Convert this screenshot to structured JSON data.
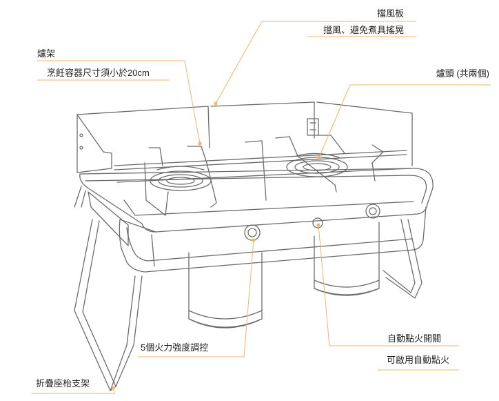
{
  "colors": {
    "leader_line": "#f2b467",
    "outline": "#6b6b6b",
    "text": "#222222"
  },
  "labels": {
    "windscreen_title": "擋風板",
    "windscreen_desc": "擋風、避免煮具搖晃",
    "rack_title": "爐架",
    "rack_desc": "烹飪容器尺寸須小於20cm",
    "burner_title": "爐頭 (共兩個)",
    "control_title": "5個火力強度調控",
    "ignition_title": "自動點火開關",
    "ignition_desc": "可啟用自動點火",
    "legs_title": "折疊座枱支架"
  }
}
